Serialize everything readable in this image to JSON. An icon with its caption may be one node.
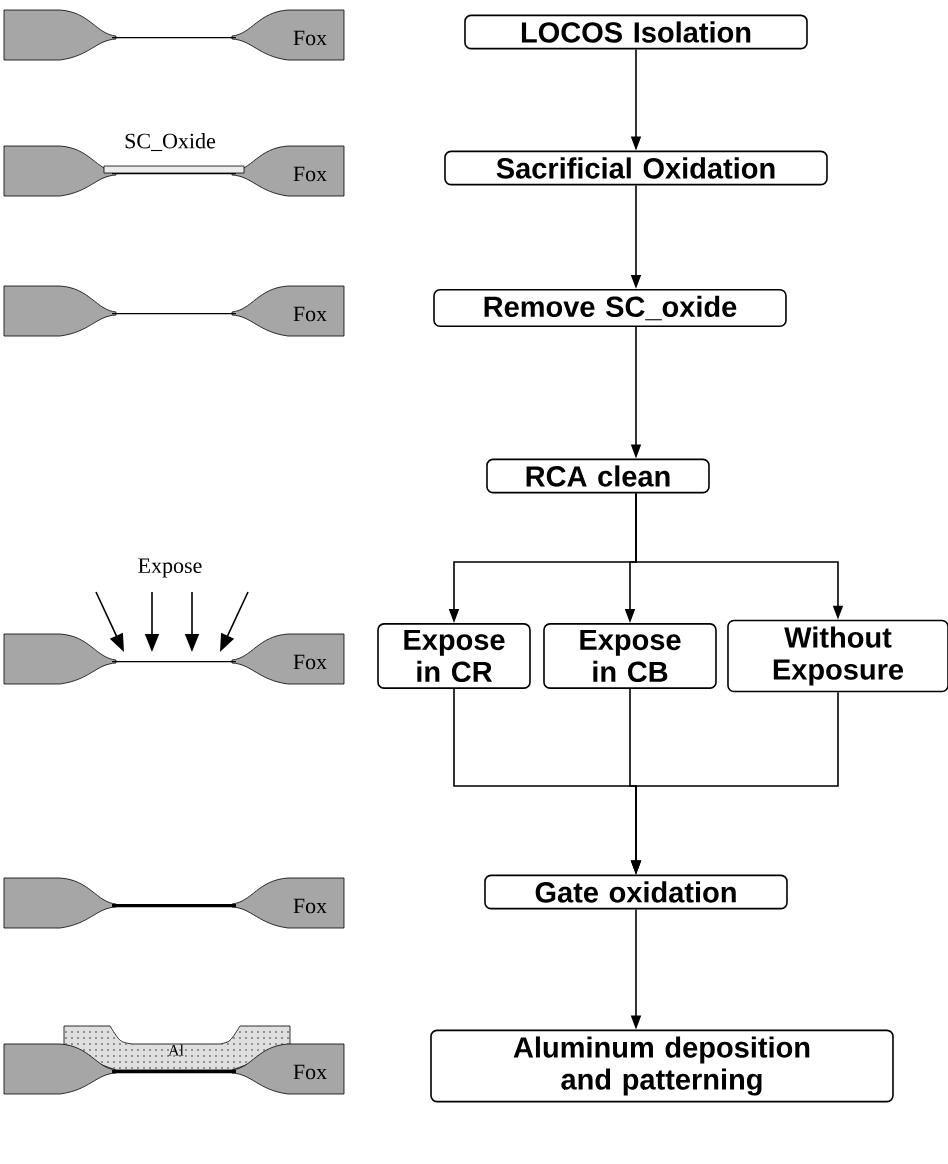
{
  "diagram": {
    "nodes": [
      {
        "text": [
          "LOCOS Isolation"
        ]
      },
      {
        "text": [
          "Sacrificial Oxidation"
        ]
      },
      {
        "text": [
          "Remove SC_oxide"
        ]
      },
      {
        "text": [
          "RCA clean"
        ]
      },
      {
        "text": [
          "Expose in CR"
        ]
      },
      {
        "text": [
          "Expose in CB"
        ]
      },
      {
        "text": [
          "Without Exposure"
        ]
      },
      {
        "text": [
          "Gate oxidation"
        ]
      },
      {
        "text": [
          "Aluminum deposition and patterning"
        ]
      }
    ],
    "edges": [
      {
        "from": 0,
        "to": 1,
        "arrow": "to"
      },
      {
        "from": 1,
        "to": 2,
        "arrow": "to"
      },
      {
        "from": 2,
        "to": 3,
        "arrow": "to"
      },
      {
        "from": 3,
        "to": 4,
        "arrow": "to"
      },
      {
        "from": 3,
        "to": 5,
        "arrow": "to"
      },
      {
        "from": 3,
        "to": 6,
        "arrow": "to"
      },
      {
        "from": 4,
        "to": 7,
        "arrow": "to"
      },
      {
        "from": 5,
        "to": 7,
        "arrow": "to"
      },
      {
        "from": 6,
        "to": 7,
        "arrow": "to"
      },
      {
        "from": 7,
        "to": 8,
        "arrow": "to"
      }
    ],
    "labels": [
      "Fox",
      "SC_Oxide",
      "Fox",
      "Fox",
      "Expose",
      "Fox",
      "Fox",
      "Al",
      "Fox"
    ]
  }
}
